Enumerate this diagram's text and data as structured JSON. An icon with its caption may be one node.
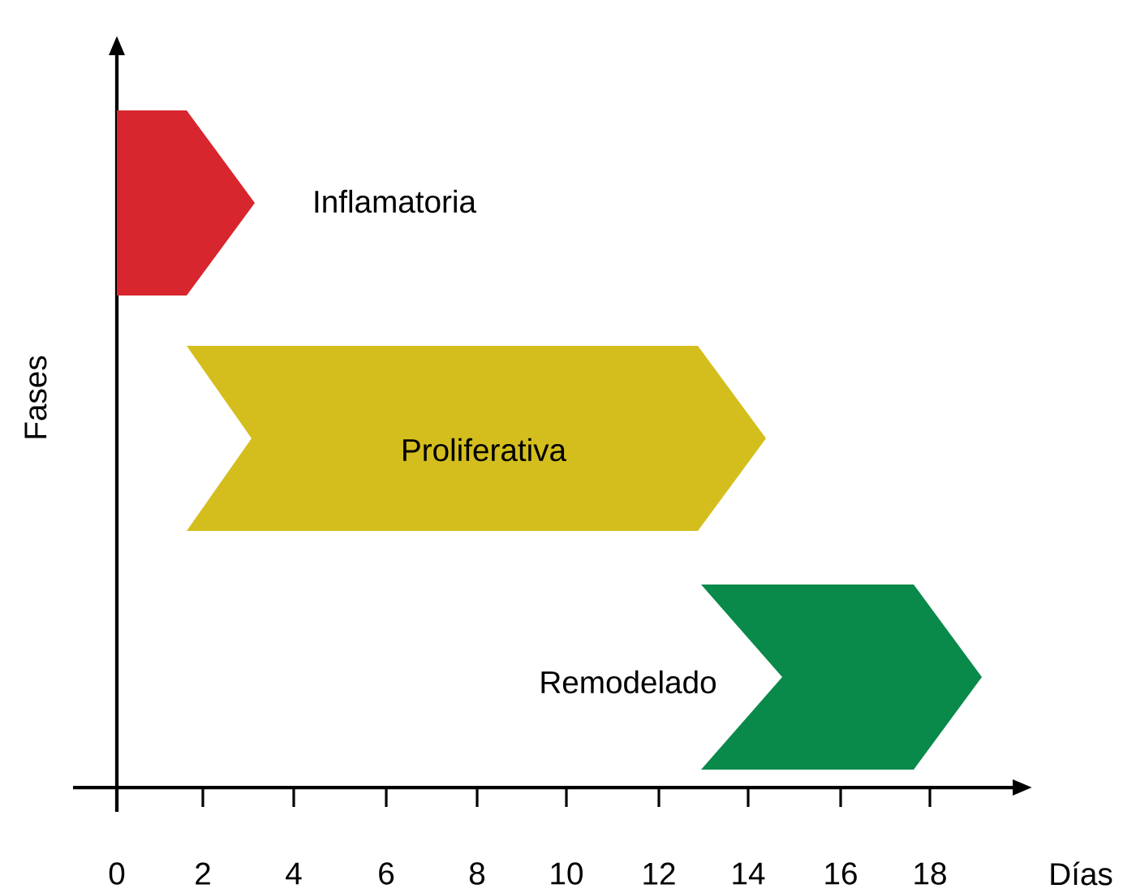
{
  "diagram": {
    "nodes": [
      {
        "text": [
          "Inflamatoria"
        ]
      },
      {
        "text": [
          "Proliferativa"
        ]
      },
      {
        "text": [
          "Remodelado"
        ]
      }
    ],
    "labels": [
      "Fases",
      "0",
      "2",
      "4",
      "6",
      "8",
      "10",
      "12",
      "14",
      "16",
      "18",
      "Días"
    ]
  }
}
